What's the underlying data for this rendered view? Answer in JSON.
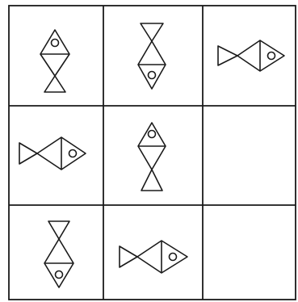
{
  "grid": {
    "rows": 3,
    "columns": 3,
    "cells": [
      {
        "row": 1,
        "column": 1,
        "figure": "fish-up-icon"
      },
      {
        "row": 1,
        "column": 2,
        "figure": "fish-down-icon"
      },
      {
        "row": 1,
        "column": 3,
        "figure": "fish-right-icon"
      },
      {
        "row": 2,
        "column": 1,
        "figure": "fish-right-icon"
      },
      {
        "row": 2,
        "column": 2,
        "figure": "fish-up-icon"
      },
      {
        "row": 2,
        "column": 3,
        "figure": ""
      },
      {
        "row": 3,
        "column": 1,
        "figure": "fish-down-icon"
      },
      {
        "row": 3,
        "column": 2,
        "figure": "fish-right-icon"
      },
      {
        "row": 3,
        "column": 3,
        "figure": ""
      }
    ]
  },
  "colors": {
    "ink": "#1a1a1a",
    "background": "#ffffff"
  }
}
